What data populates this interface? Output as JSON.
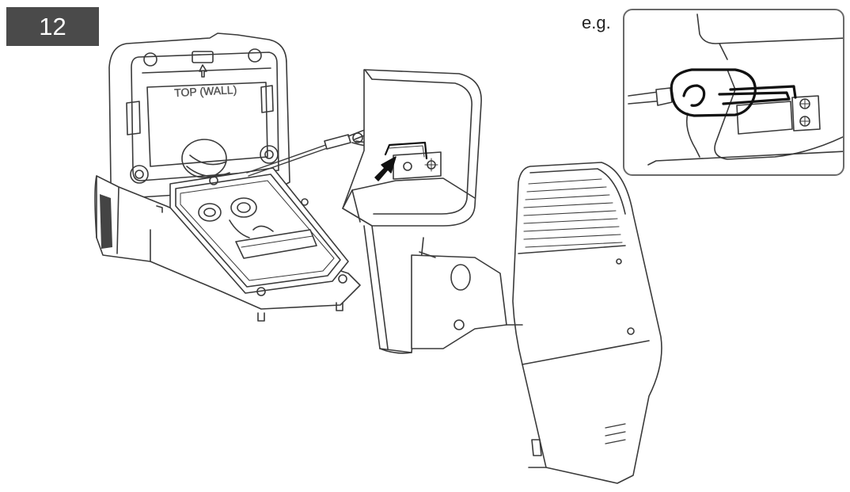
{
  "step": {
    "number": "12"
  },
  "example_label": "e.g.",
  "wall_plate": {
    "embossed_text": "TOP (WALL)"
  },
  "colors": {
    "badge": "#4a4a4a",
    "line": "#3a3a3a",
    "inset_border": "#6a6a6a",
    "arrow": "#111111"
  },
  "icons": {
    "pointer": "arrow-icon"
  }
}
